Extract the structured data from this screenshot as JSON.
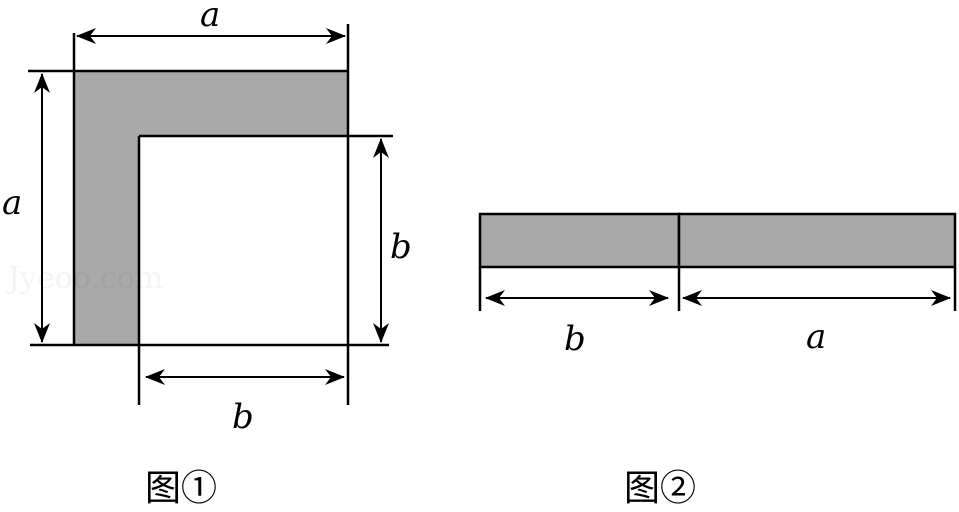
{
  "figure1": {
    "caption": "图①",
    "label_top": "a",
    "label_left": "a",
    "label_right": "b",
    "label_bottom": "b"
  },
  "figure2": {
    "caption": "图②",
    "label_left": "b",
    "label_right": "a"
  },
  "watermark": "Jyeoo.com",
  "colors": {
    "shaded": "#a9a9a9",
    "stroke": "#000000"
  }
}
